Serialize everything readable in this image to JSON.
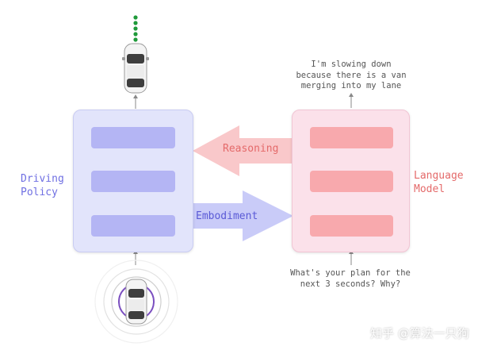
{
  "diagram": {
    "driving_policy": {
      "label": "Driving\nPolicy"
    },
    "language_model": {
      "label": "Language\nModel"
    },
    "arrows": {
      "reasoning": "Reasoning",
      "embodiment": "Embodiment"
    },
    "captions": {
      "output": "I'm slowing down because there is a van merging into my lane",
      "input": "What's your plan for the next 3 seconds? Why?"
    }
  },
  "colors": {
    "driving_box": "#e2e4fb",
    "driving_bar": "#b4b5f4",
    "language_box": "#fbe1ea",
    "language_bar": "#f8a9ad",
    "reasoning_arrow": "#f9c8ca",
    "embodiment_arrow": "#c9cbf8",
    "trajectory_dots": "#1f9a3a"
  },
  "watermark": "知乎 @算法一只狗",
  "icons": [
    "car-icon-output",
    "car-icon-input",
    "sensor-rings-icon",
    "trajectory-dots-icon"
  ]
}
